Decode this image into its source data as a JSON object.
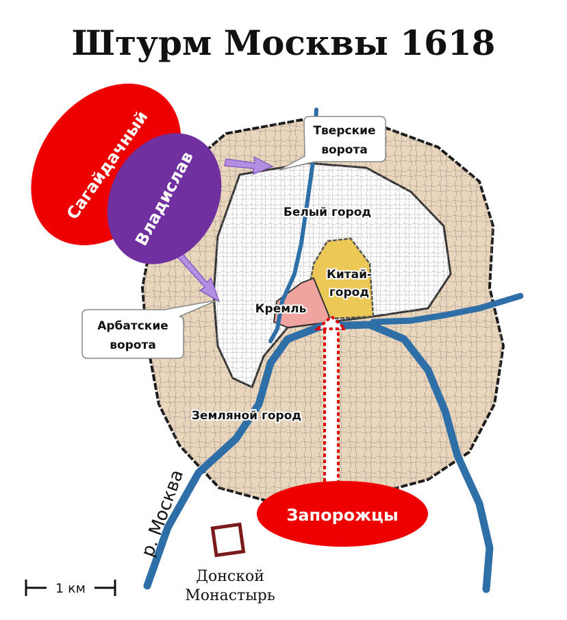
{
  "title": "Штурм Москвы 1618",
  "districts": {
    "bely_gorod": "Белый город",
    "kitay_gorod_line1": "Китай-",
    "kitay_gorod_line2": "город",
    "kremlin": "Кремль",
    "zemlyanoy_gorod": "Земляной город"
  },
  "gates": {
    "tverskie_line1": "Тверские",
    "tverskie_line2": "ворота",
    "arbatskie_line1": "Арбатские",
    "arbatskie_line2": "ворота"
  },
  "armies": {
    "sagaidachny": "Сагайдачный",
    "vladislav": "Владислав",
    "zaporozhtsy": "Запорожцы"
  },
  "river_label": "р. Москва",
  "monastery_line1": "Донской",
  "monastery_line2": "Монастырь",
  "scale_label": "1 км",
  "colors": {
    "sagaidachny": "#ee0000",
    "vladislav": "#7030a0",
    "arrow": "#b48ee0",
    "river": "#2f6fa8",
    "kitay_gorod": "#ecc957",
    "kremlin": "#f0a4a0",
    "zemlyanoy": "#ead5bd",
    "attack_path": "#dd0000"
  }
}
